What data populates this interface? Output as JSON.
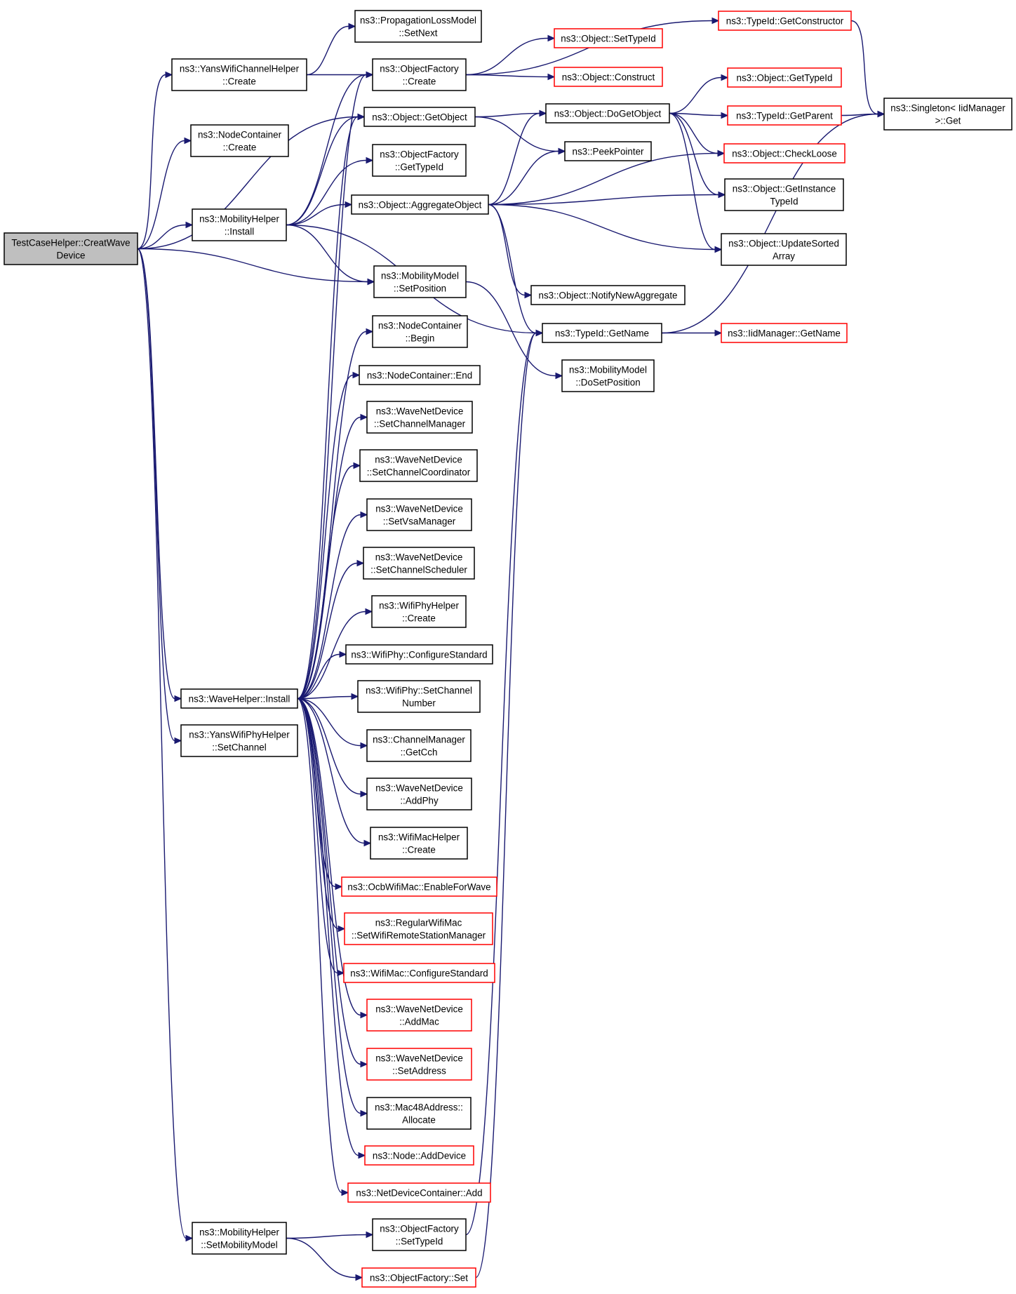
{
  "colors": {
    "edge": "#191970",
    "node_border_default": "#000000",
    "node_border_truncated": "#ff0000",
    "root_fill": "#bfbfbf",
    "node_fill": "#ffffff"
  },
  "nodes": [
    {
      "id": "root",
      "lines": [
        "TestCaseHelper::CreatWave",
        "Device"
      ],
      "style": "root"
    },
    {
      "id": "yans_ch_create",
      "lines": [
        "ns3::YansWifiChannelHelper",
        "::Create"
      ],
      "style": "normal"
    },
    {
      "id": "nodecont_create",
      "lines": [
        "ns3::NodeContainer",
        "::Create"
      ],
      "style": "normal"
    },
    {
      "id": "mob_install",
      "lines": [
        "ns3::MobilityHelper",
        "::Install"
      ],
      "style": "normal"
    },
    {
      "id": "wave_install",
      "lines": [
        "ns3::WaveHelper::Install"
      ],
      "style": "normal"
    },
    {
      "id": "yans_phy_setch",
      "lines": [
        "ns3::YansWifiPhyHelper",
        "::SetChannel"
      ],
      "style": "normal"
    },
    {
      "id": "mob_setmodel",
      "lines": [
        "ns3::MobilityHelper",
        "::SetMobilityModel"
      ],
      "style": "normal"
    },
    {
      "id": "prop_setnext",
      "lines": [
        "ns3::PropagationLossModel",
        "::SetNext"
      ],
      "style": "normal"
    },
    {
      "id": "of_create",
      "lines": [
        "ns3::ObjectFactory",
        "::Create"
      ],
      "style": "normal"
    },
    {
      "id": "obj_getobject",
      "lines": [
        "ns3::Object::GetObject"
      ],
      "style": "normal"
    },
    {
      "id": "of_gettypeid",
      "lines": [
        "ns3::ObjectFactory",
        "::GetTypeId"
      ],
      "style": "normal"
    },
    {
      "id": "obj_aggregate",
      "lines": [
        "ns3::Object::AggregateObject"
      ],
      "style": "normal"
    },
    {
      "id": "mm_setpos",
      "lines": [
        "ns3::MobilityModel",
        "::SetPosition"
      ],
      "style": "normal"
    },
    {
      "id": "nc_begin",
      "lines": [
        "ns3::NodeContainer",
        "::Begin"
      ],
      "style": "normal"
    },
    {
      "id": "nc_end",
      "lines": [
        "ns3::NodeContainer::End"
      ],
      "style": "normal"
    },
    {
      "id": "wnd_setchmgr",
      "lines": [
        "ns3::WaveNetDevice",
        "::SetChannelManager"
      ],
      "style": "normal"
    },
    {
      "id": "wnd_setchcoord",
      "lines": [
        "ns3::WaveNetDevice",
        "::SetChannelCoordinator"
      ],
      "style": "normal"
    },
    {
      "id": "wnd_setvsa",
      "lines": [
        "ns3::WaveNetDevice",
        "::SetVsaManager"
      ],
      "style": "normal"
    },
    {
      "id": "wnd_setchsched",
      "lines": [
        "ns3::WaveNetDevice",
        "::SetChannelScheduler"
      ],
      "style": "normal"
    },
    {
      "id": "wphy_helper_create",
      "lines": [
        "ns3::WifiPhyHelper",
        "::Create"
      ],
      "style": "normal"
    },
    {
      "id": "wphy_confstd",
      "lines": [
        "ns3::WifiPhy::ConfigureStandard"
      ],
      "style": "normal"
    },
    {
      "id": "wphy_setchnum",
      "lines": [
        "ns3::WifiPhy::SetChannel",
        "Number"
      ],
      "style": "normal"
    },
    {
      "id": "chmgr_getcch",
      "lines": [
        "ns3::ChannelManager",
        "::GetCch"
      ],
      "style": "normal"
    },
    {
      "id": "wnd_addphy",
      "lines": [
        "ns3::WaveNetDevice",
        "::AddPhy"
      ],
      "style": "normal"
    },
    {
      "id": "wmac_helper_create",
      "lines": [
        "ns3::WifiMacHelper",
        "::Create"
      ],
      "style": "normal"
    },
    {
      "id": "ocb_enable",
      "lines": [
        "ns3::OcbWifiMac::EnableForWave"
      ],
      "style": "truncated"
    },
    {
      "id": "regmac_setrsm",
      "lines": [
        "ns3::RegularWifiMac",
        "::SetWifiRemoteStationManager"
      ],
      "style": "truncated"
    },
    {
      "id": "wmac_confstd",
      "lines": [
        "ns3::WifiMac::ConfigureStandard"
      ],
      "style": "truncated"
    },
    {
      "id": "wnd_addmac",
      "lines": [
        "ns3::WaveNetDevice",
        "::AddMac"
      ],
      "style": "truncated"
    },
    {
      "id": "wnd_setaddr",
      "lines": [
        "ns3::WaveNetDevice",
        "::SetAddress"
      ],
      "style": "truncated"
    },
    {
      "id": "mac48_alloc",
      "lines": [
        "ns3::Mac48Address::",
        "Allocate"
      ],
      "style": "normal"
    },
    {
      "id": "node_adddev",
      "lines": [
        "ns3::Node::AddDevice"
      ],
      "style": "truncated"
    },
    {
      "id": "ndc_add",
      "lines": [
        "ns3::NetDeviceContainer::Add"
      ],
      "style": "truncated"
    },
    {
      "id": "of_settypeid",
      "lines": [
        "ns3::ObjectFactory",
        "::SetTypeId"
      ],
      "style": "normal"
    },
    {
      "id": "of_set",
      "lines": [
        "ns3::ObjectFactory::Set"
      ],
      "style": "truncated"
    },
    {
      "id": "obj_settypeid",
      "lines": [
        "ns3::Object::SetTypeId"
      ],
      "style": "truncated"
    },
    {
      "id": "obj_construct",
      "lines": [
        "ns3::Object::Construct"
      ],
      "style": "truncated"
    },
    {
      "id": "obj_dogetobject",
      "lines": [
        "ns3::Object::DoGetObject"
      ],
      "style": "normal"
    },
    {
      "id": "peekpointer",
      "lines": [
        "ns3::PeekPointer"
      ],
      "style": "normal"
    },
    {
      "id": "obj_notify",
      "lines": [
        "ns3::Object::NotifyNewAggregate"
      ],
      "style": "normal"
    },
    {
      "id": "typeid_getname",
      "lines": [
        "ns3::TypeId::GetName"
      ],
      "style": "normal"
    },
    {
      "id": "mm_dosetpos",
      "lines": [
        "ns3::MobilityModel",
        "::DoSetPosition"
      ],
      "style": "normal"
    },
    {
      "id": "typeid_getctor",
      "lines": [
        "ns3::TypeId::GetConstructor"
      ],
      "style": "truncated"
    },
    {
      "id": "obj_gettypeid",
      "lines": [
        "ns3::Object::GetTypeId"
      ],
      "style": "truncated"
    },
    {
      "id": "typeid_getparent",
      "lines": [
        "ns3::TypeId::GetParent"
      ],
      "style": "truncated"
    },
    {
      "id": "obj_checkloose",
      "lines": [
        "ns3::Object::CheckLoose"
      ],
      "style": "truncated"
    },
    {
      "id": "obj_getinsttid",
      "lines": [
        "ns3::Object::GetInstance",
        "TypeId"
      ],
      "style": "normal"
    },
    {
      "id": "obj_updsorted",
      "lines": [
        "ns3::Object::UpdateSorted",
        "Array"
      ],
      "style": "normal"
    },
    {
      "id": "iid_getname",
      "lines": [
        "ns3::IidManager::GetName"
      ],
      "style": "truncated"
    },
    {
      "id": "singleton_get",
      "lines": [
        "ns3::Singleton< IidManager",
        ">::Get"
      ],
      "style": "normal"
    }
  ],
  "edges": [
    [
      "root",
      "yans_ch_create"
    ],
    [
      "root",
      "nodecont_create"
    ],
    [
      "root",
      "obj_getobject"
    ],
    [
      "root",
      "mob_install"
    ],
    [
      "root",
      "mm_setpos"
    ],
    [
      "root",
      "wave_install"
    ],
    [
      "root",
      "yans_phy_setch"
    ],
    [
      "root",
      "mob_setmodel"
    ],
    [
      "yans_ch_create",
      "prop_setnext"
    ],
    [
      "yans_ch_create",
      "of_create"
    ],
    [
      "mob_install",
      "of_create"
    ],
    [
      "mob_install",
      "obj_getobject"
    ],
    [
      "mob_install",
      "of_gettypeid"
    ],
    [
      "mob_install",
      "obj_aggregate"
    ],
    [
      "mob_install",
      "mm_setpos"
    ],
    [
      "mob_install",
      "typeid_getname"
    ],
    [
      "wave_install",
      "of_create"
    ],
    [
      "wave_install",
      "obj_getobject"
    ],
    [
      "wave_install",
      "nc_begin"
    ],
    [
      "wave_install",
      "nc_end"
    ],
    [
      "wave_install",
      "wnd_setchmgr"
    ],
    [
      "wave_install",
      "wnd_setchcoord"
    ],
    [
      "wave_install",
      "wnd_setvsa"
    ],
    [
      "wave_install",
      "wnd_setchsched"
    ],
    [
      "wave_install",
      "wphy_helper_create"
    ],
    [
      "wave_install",
      "wphy_confstd"
    ],
    [
      "wave_install",
      "wphy_setchnum"
    ],
    [
      "wave_install",
      "chmgr_getcch"
    ],
    [
      "wave_install",
      "wnd_addphy"
    ],
    [
      "wave_install",
      "wmac_helper_create"
    ],
    [
      "wave_install",
      "ocb_enable"
    ],
    [
      "wave_install",
      "regmac_setrsm"
    ],
    [
      "wave_install",
      "wmac_confstd"
    ],
    [
      "wave_install",
      "wnd_addmac"
    ],
    [
      "wave_install",
      "wnd_setaddr"
    ],
    [
      "wave_install",
      "mac48_alloc"
    ],
    [
      "wave_install",
      "node_adddev"
    ],
    [
      "wave_install",
      "ndc_add"
    ],
    [
      "mob_setmodel",
      "of_settypeid"
    ],
    [
      "mob_setmodel",
      "of_set"
    ],
    [
      "of_create",
      "typeid_getctor"
    ],
    [
      "of_create",
      "obj_settypeid"
    ],
    [
      "of_create",
      "obj_construct"
    ],
    [
      "obj_getobject",
      "obj_dogetobject"
    ],
    [
      "obj_getobject",
      "peekpointer"
    ],
    [
      "obj_aggregate",
      "obj_dogetobject"
    ],
    [
      "obj_aggregate",
      "peekpointer"
    ],
    [
      "obj_aggregate",
      "obj_checkloose"
    ],
    [
      "obj_aggregate",
      "obj_getinsttid"
    ],
    [
      "obj_aggregate",
      "obj_updsorted"
    ],
    [
      "obj_aggregate",
      "obj_notify"
    ],
    [
      "obj_aggregate",
      "typeid_getname"
    ],
    [
      "mm_setpos",
      "mm_dosetpos"
    ],
    [
      "of_settypeid",
      "typeid_getname"
    ],
    [
      "of_set",
      "typeid_getname"
    ],
    [
      "obj_dogetobject",
      "obj_gettypeid"
    ],
    [
      "obj_dogetobject",
      "typeid_getparent"
    ],
    [
      "obj_dogetobject",
      "obj_checkloose"
    ],
    [
      "obj_dogetobject",
      "obj_getinsttid"
    ],
    [
      "obj_dogetobject",
      "obj_updsorted"
    ],
    [
      "typeid_getname",
      "iid_getname"
    ],
    [
      "typeid_getname",
      "singleton_get"
    ],
    [
      "typeid_getctor",
      "singleton_get"
    ],
    [
      "typeid_getparent",
      "singleton_get"
    ]
  ]
}
